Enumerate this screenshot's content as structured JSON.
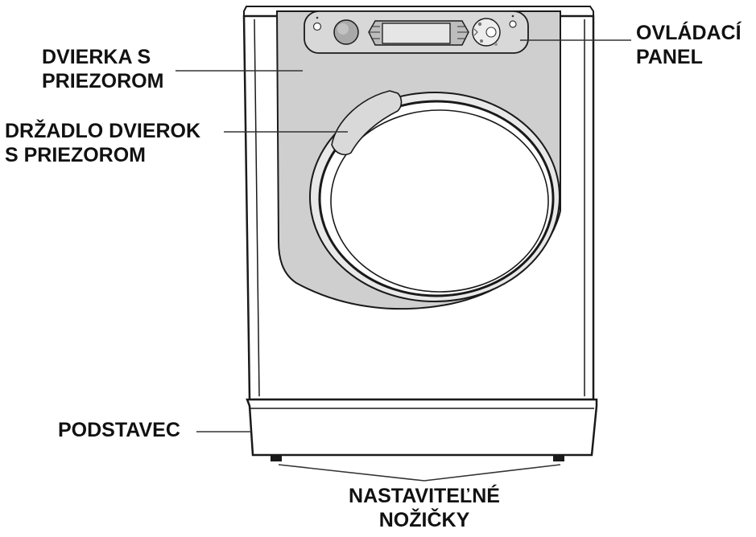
{
  "labels": {
    "door": [
      "DVIERKA S",
      "PRIEZOROM"
    ],
    "handle": [
      "DRŽADLO DVIEROK",
      "S PRIEZOROM"
    ],
    "control_panel": [
      "OVLÁDACÍ",
      "PANEL"
    ],
    "base": [
      "PODSTAVEC"
    ],
    "feet": [
      "NASTAVITEĽNÉ",
      "NOŽIČKY"
    ]
  },
  "colors": {
    "outline": "#1a1a1a",
    "panel_fill": "#cfcfcf",
    "body_fill": "#ffffff",
    "leader_line": "#333333"
  }
}
